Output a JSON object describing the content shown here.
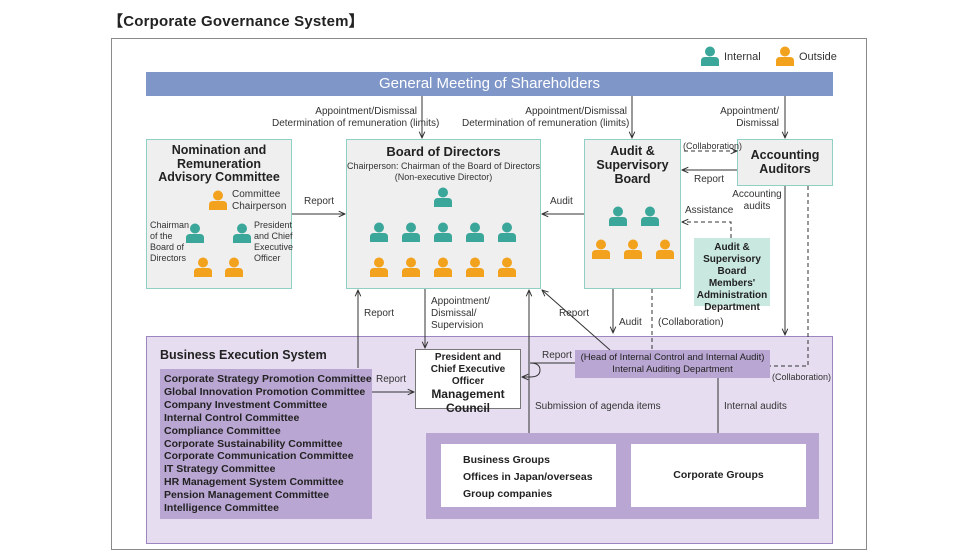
{
  "page_title": "【Corporate Governance System】",
  "legend": {
    "internal": "Internal",
    "outside": "Outside"
  },
  "colors": {
    "internal": "#3aa79a",
    "outside": "#f3a21d",
    "gms": "#7f96c9",
    "purple": "#b9a6d2",
    "purple_bg": "#e6ddf0",
    "teal_box": "#c9e8e0"
  },
  "gms": {
    "title": "General Meeting of Shareholders"
  },
  "gms_labels": {
    "to_board": [
      "Appointment/Dismissal",
      "Determination of remuneration (limits)"
    ],
    "to_asb": [
      "Appointment/Dismissal",
      "Determination of remuneration (limits)"
    ],
    "to_auditors": [
      "Appointment/",
      "Dismissal"
    ]
  },
  "nomination": {
    "title": [
      "Nomination and",
      "Remuneration",
      "Advisory Committee"
    ],
    "chairperson": [
      "Committee",
      "Chairperson"
    ],
    "chairman": [
      "Chairman",
      "of the",
      "Board of",
      "Directors"
    ],
    "president": [
      "President",
      "and Chief",
      "Executive",
      "Officer"
    ]
  },
  "board": {
    "title": "Board of Directors",
    "subtitle": [
      "Chairperson: Chairman of the Board of Directors",
      "(Non-executive Director)"
    ]
  },
  "asb": {
    "title": [
      "Audit &",
      "Supervisory",
      "Board"
    ]
  },
  "auditors": {
    "title": [
      "Accounting",
      "Auditors"
    ]
  },
  "asb_admin": {
    "title": [
      "Audit &",
      "Supervisory",
      "Board Members'",
      "Administration",
      "Department"
    ]
  },
  "arrow_labels": {
    "report_nom": "Report",
    "audit_board": "Audit",
    "collab_top": "(Collaboration)",
    "report_auditors": "Report",
    "accounting_audits": [
      "Accounting",
      "audits"
    ],
    "assistance": "Assistance",
    "report_bes": "Report",
    "appointment_ceo": [
      "Appointment/",
      "Dismissal/",
      "Supervision"
    ],
    "report_iad_board": "Report",
    "audit_asb_iad": "Audit",
    "collab_mid": "(Collaboration)",
    "report_committees": "Report",
    "report_iad_ceo": "Report",
    "collab_right": "(Collaboration)",
    "submission": "Submission of agenda items",
    "internal_audits": "Internal audits"
  },
  "bes": {
    "title": "Business Execution System",
    "committees": [
      "Corporate Strategy Promotion Committee",
      "Global Innovation Promotion Committee",
      "Company Investment Committee",
      "Internal Control Committee",
      "Compliance Committee",
      "Corporate Sustainability Committee",
      "Corporate Communication Committee",
      "IT Strategy Committee",
      "HR Management System Committee",
      "Pension Management Committee",
      "Intelligence Committee"
    ],
    "ceo": [
      "President and",
      "Chief Executive Officer"
    ],
    "council": [
      "Management",
      "Council"
    ],
    "iad": [
      "(Head of Internal Control and Internal Audit)",
      "Internal Auditing Department"
    ],
    "groups_left": [
      "Business Groups",
      "Offices in Japan/overseas",
      "Group companies"
    ],
    "groups_right": "Corporate Groups"
  }
}
